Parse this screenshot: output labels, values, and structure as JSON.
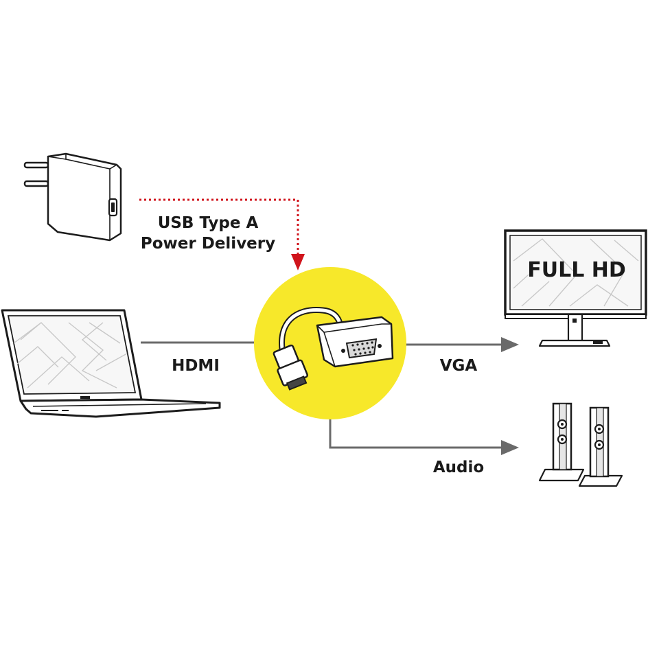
{
  "labels": {
    "usb_line1": "USB Type A",
    "usb_line2": "Power Delivery",
    "hdmi": "HDMI",
    "vga": "VGA",
    "audio": "Audio",
    "monitor_screen": "FULL HD"
  },
  "colors": {
    "adapter_highlight": "#f7e82a",
    "power_line": "#d0141c",
    "connector_line": "#6a6a6a"
  },
  "icons": {
    "charger": "usb-power-charger-icon",
    "laptop": "laptop-icon",
    "adapter": "hdmi-to-vga-adapter-icon",
    "monitor": "monitor-icon",
    "speakers": "speakers-icon"
  }
}
